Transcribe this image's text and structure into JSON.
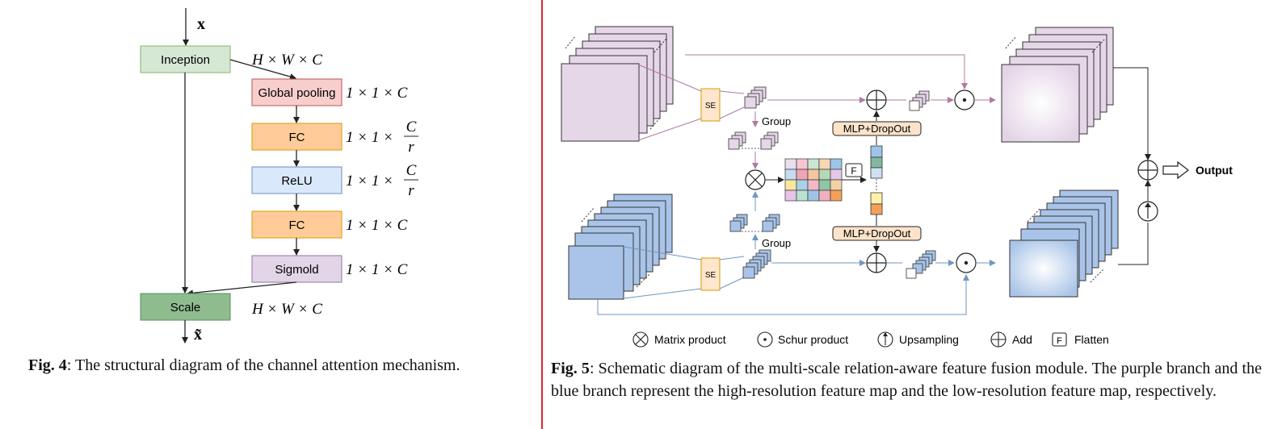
{
  "fig4": {
    "input_label": "x",
    "output_label": "x̃",
    "blocks": {
      "inception": "Inception",
      "global_pooling": "Global pooling",
      "fc1": "FC",
      "relu": "ReLU",
      "fc2": "FC",
      "sigmoid": "Sigmold",
      "scale": "Scale"
    },
    "dims": {
      "inception": "H × W × C",
      "global_pooling": "1 × 1 × C",
      "fc1_prefix": "1 × 1 ×",
      "relu_prefix": "1 × 1 ×",
      "frac_num": "C",
      "frac_den": "r",
      "fc2": "1 × 1 × C",
      "sigmoid": "1 × 1 × C",
      "scale": "H × W × C"
    },
    "caption_label": "Fig. 4",
    "caption_text": ": The structural diagram of the channel attention mechanism."
  },
  "fig5": {
    "se_label": "SE",
    "group_label": "Group",
    "mlp_label": "MLP+DropOut",
    "flatten_symbol": "F",
    "output_label": "Output",
    "legend": {
      "matrix_product": "Matrix product",
      "schur_product": "Schur product",
      "upsampling": "Upsampling",
      "add": "Add",
      "flatten": "Flatten"
    },
    "caption_label": "Fig. 5",
    "caption_text": ": Schematic diagram of the multi-scale relation-aware feature fusion module. The purple branch and the blue branch represent the high-resolution feature map and the low-resolution feature map, respectively."
  },
  "colors": {
    "purple": "#b07aa1",
    "purple_fill": "#e6d7e8",
    "blue": "#6f97bf",
    "blue_fill": "#a9c4e8",
    "divider": "#e0262b"
  }
}
